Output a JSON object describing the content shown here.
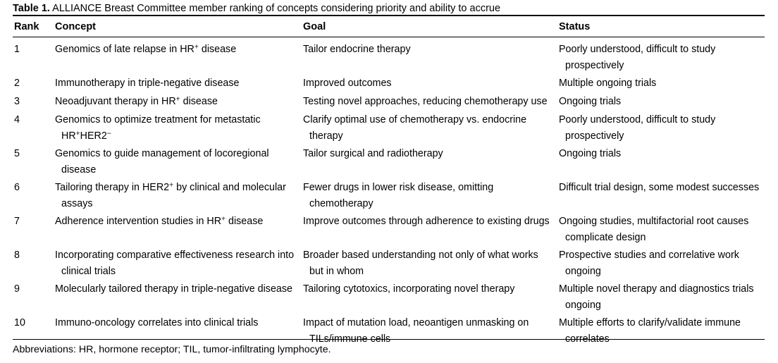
{
  "caption": {
    "label": "Table 1.",
    "text": "ALLIANCE Breast Committee member ranking of concepts considering priority and ability to accrue"
  },
  "columns": {
    "rank": "Rank",
    "concept": "Concept",
    "goal": "Goal",
    "status": "Status"
  },
  "rows": [
    {
      "rank": "1",
      "concept": "Genomics of late relapse in HR<sup>+</sup> disease",
      "goal": "Tailor endocrine therapy",
      "status": "Poorly understood, difficult to study prospectively"
    },
    {
      "rank": "2",
      "concept": "Immunotherapy in triple-negative disease",
      "goal": "Improved outcomes",
      "status": "Multiple ongoing trials"
    },
    {
      "rank": "3",
      "concept": "Neoadjuvant therapy in HR<sup>+</sup> disease",
      "goal": "Testing novel approaches, reducing chemotherapy use",
      "status": "Ongoing trials"
    },
    {
      "rank": "4",
      "concept": "Genomics to optimize treatment for metastatic HR<sup>+</sup>HER2<sup>&#8722;</sup>",
      "goal": "Clarify optimal use of chemotherapy vs. endocrine therapy",
      "status": "Poorly understood, difficult to study prospectively"
    },
    {
      "rank": "5",
      "concept": "Genomics to guide management of locoregional disease",
      "goal": "Tailor surgical and radiotherapy",
      "status": "Ongoing trials"
    },
    {
      "rank": "6",
      "concept": "Tailoring therapy in HER2<sup>+</sup> by clinical and molecular assays",
      "goal": "Fewer drugs in lower risk disease, omitting chemotherapy",
      "status": "Difficult trial design, some modest successes"
    },
    {
      "rank": "7",
      "concept": "Adherence intervention studies in HR<sup>+</sup> disease",
      "goal": "Improve outcomes through adherence to existing drugs",
      "status": "Ongoing studies, multifactorial root causes complicate design"
    },
    {
      "rank": "8",
      "concept": "Incorporating comparative effectiveness research into clinical trials",
      "goal": "Broader based understanding not only of what works but in whom",
      "status": "Prospective studies and correlative work ongoing"
    },
    {
      "rank": "9",
      "concept": "Molecularly tailored therapy in triple-negative disease",
      "goal": "Tailoring cytotoxics, incorporating novel therapy",
      "status": "Multiple novel therapy and diagnostics trials ongoing"
    },
    {
      "rank": "10",
      "concept": "Immuno-oncology correlates into clinical trials",
      "goal": "Impact of mutation load, neoantigen unmasking on TILs/immune cells",
      "status": "Multiple efforts to clarify/validate immune correlates"
    }
  ],
  "footnote": "Abbreviations: HR, hormone receptor; TIL, tumor-infiltrating lymphocyte."
}
